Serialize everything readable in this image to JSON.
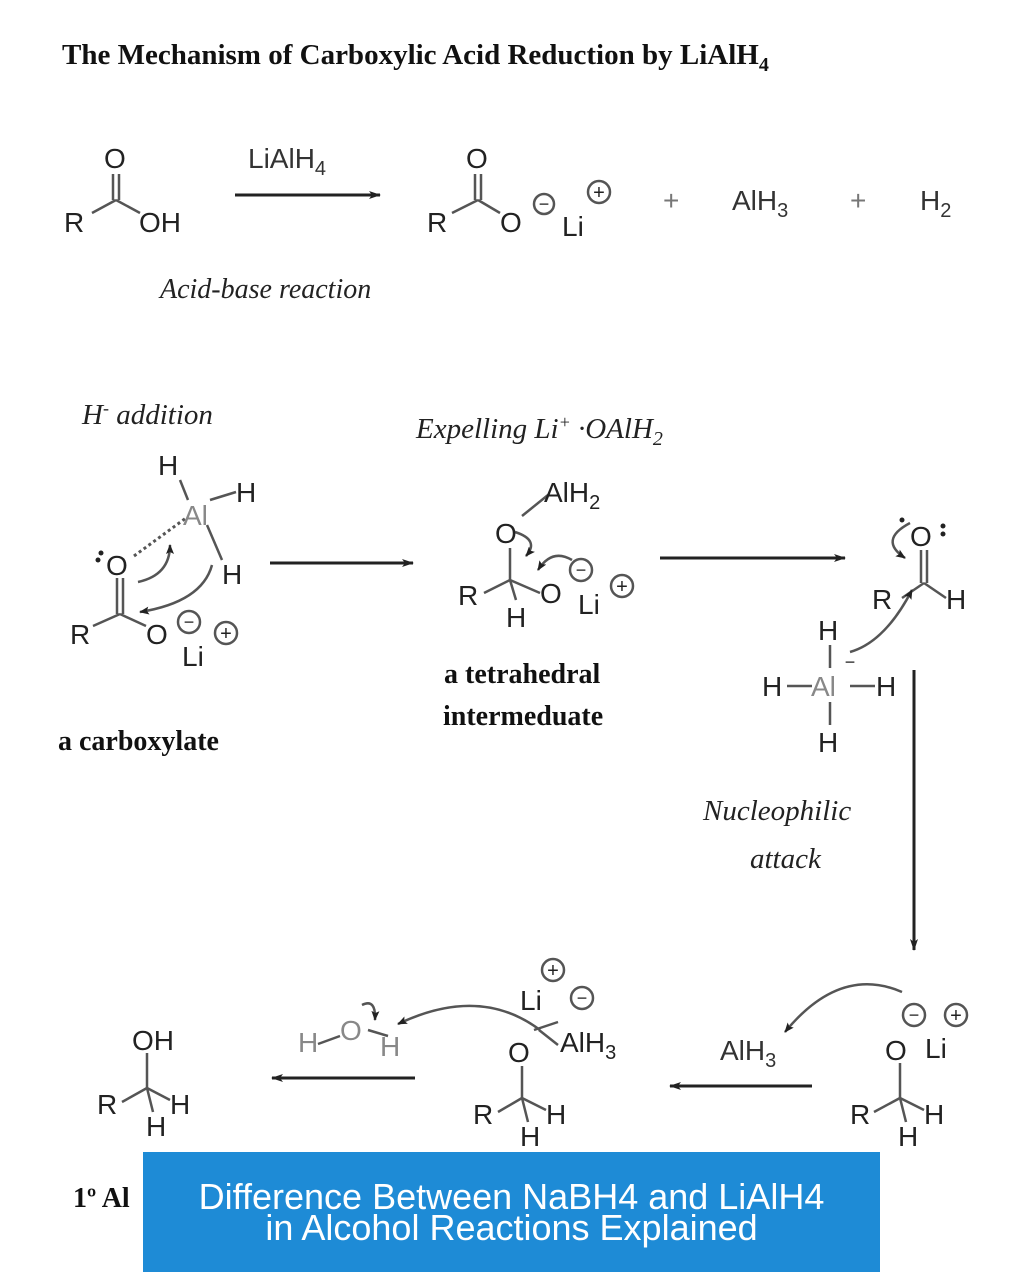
{
  "title": {
    "main": "The Mechanism of Carboxylic Acid Reduction by LiAlH",
    "sub": "4"
  },
  "labels": {
    "acid_base": "Acid-base reaction",
    "h_addition_H": "H",
    "h_addition_minus": "-",
    "h_addition_text": " addition",
    "expelling_text": "Expelling Li",
    "expelling_plus": "+",
    "expelling_rest": " ·OAlH",
    "expelling_sub": "2",
    "carboxylate": "a carboxylate",
    "tetrahedral_1": "a tetrahedral",
    "tetrahedral_2": "intermeduate",
    "nucleophilic_1": "Nucleophilic",
    "nucleophilic_2": "attack",
    "primary_alcohol": "1º Al"
  },
  "reagents": {
    "lialh": "LiAlH",
    "four": "4",
    "plus": "+",
    "alh": "AlH",
    "three": "3",
    "h": "H",
    "two": "2"
  },
  "atoms": {
    "R": "R",
    "O": "O",
    "OH": "OH",
    "H": "H",
    "Li": "Li",
    "Al": "Al",
    "AlH": "AlH",
    "two": "2",
    "three": "3"
  },
  "charges": {
    "plus": "+",
    "minus": "−"
  },
  "banner": {
    "text": "Difference Between NaBH4 and LiAlH4 in Alcohol Reactions Explained"
  },
  "colors": {
    "ink": "#222222",
    "gray": "#555555",
    "banner_bg": "#1e8bd6",
    "banner_text": "#ffffff"
  }
}
